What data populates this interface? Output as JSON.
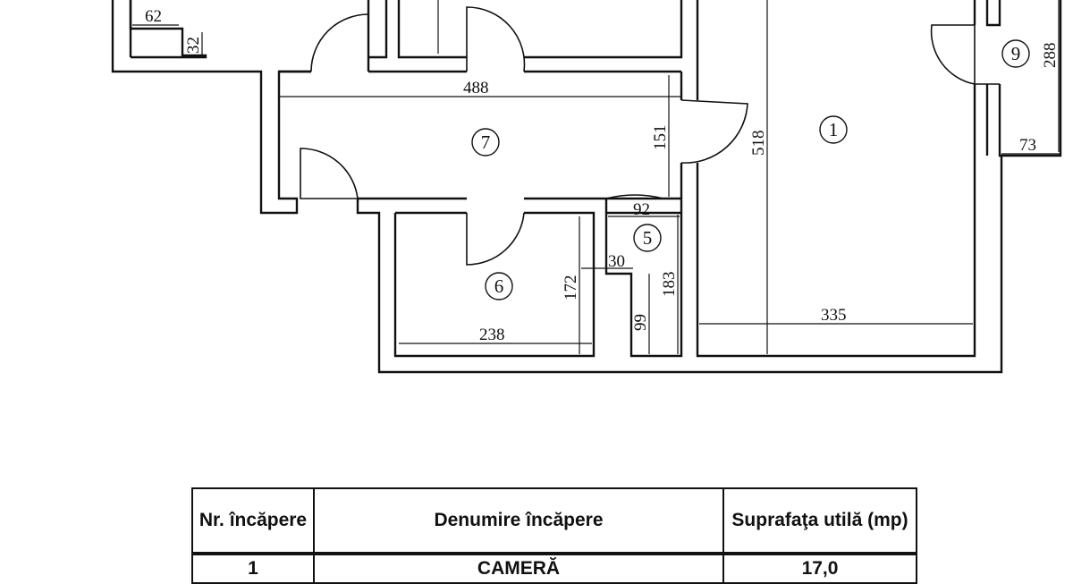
{
  "plan": {
    "dimensions": {
      "d62": "62",
      "d32": "32",
      "d488": "488",
      "d151": "151",
      "d518": "518",
      "d288": "288",
      "d73": "73",
      "d92": "92",
      "d30": "30",
      "d183": "183",
      "d172": "172",
      "d99": "99",
      "d238": "238",
      "d335": "335"
    },
    "rooms": {
      "r1": "1",
      "r5": "5",
      "r6": "6",
      "r7": "7",
      "r9": "9"
    }
  },
  "table": {
    "headers": {
      "nr": "Nr. încăpere",
      "name": "Denumire încăpere",
      "area": "Suprafaţa utilă (mp)"
    },
    "rows": [
      {
        "nr": "1",
        "name": "CAMERĂ",
        "area": "17,0"
      }
    ]
  }
}
